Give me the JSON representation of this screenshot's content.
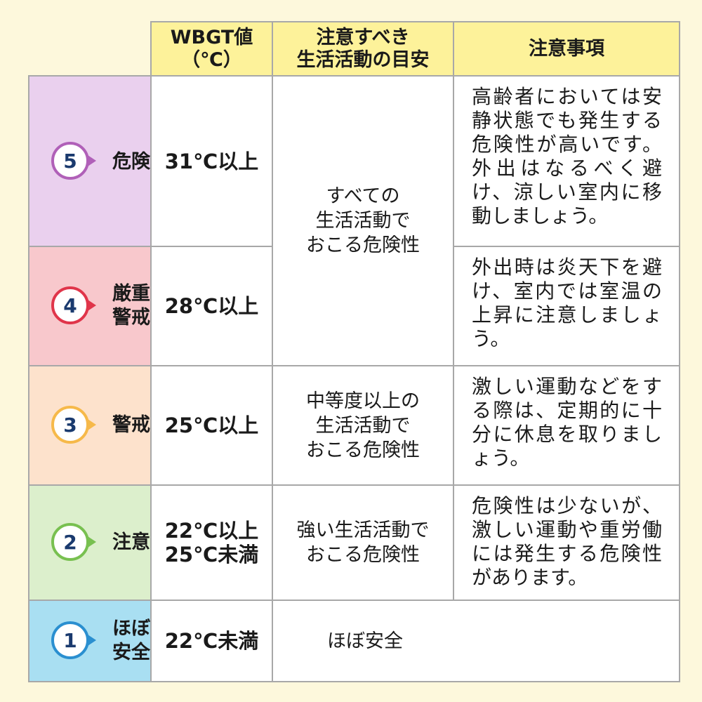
{
  "header": {
    "wbgt": "WBGT値\n（℃）",
    "activity": "注意すべき\n生活活動の目安",
    "notes": "注意事項"
  },
  "rows": [
    {
      "level_num": "5",
      "level_label": "危険",
      "wbgt": "31℃以上",
      "notes": "高齢者においては安静状態でも発生する危険性が高いです。外出はなるべく避け、涼しい室内に移動しましょう。",
      "bg_color": "#ead0ee",
      "badge_color": "#b060b8"
    },
    {
      "level_num": "4",
      "level_label": "厳重\n警戒",
      "wbgt": "28℃以上",
      "notes": "外出時は炎天下を避け、室内では室温の上昇に注意しましょう。",
      "bg_color": "#f8c8cc",
      "badge_color": "#e0354a"
    },
    {
      "level_num": "3",
      "level_label": "警戒",
      "wbgt": "25℃以上",
      "notes": "激しい運動などをする際は、定期的に十分に休息を取りましょう。",
      "bg_color": "#fde2cc",
      "badge_color": "#f6b94a"
    },
    {
      "level_num": "2",
      "level_label": "注意",
      "wbgt": "22℃以上\n25℃未満",
      "notes": "危険性は少ないが、激しい運動や重労働には発生する危険性があります。",
      "bg_color": "#dcefcc",
      "badge_color": "#78c050"
    },
    {
      "level_num": "1",
      "level_label": "ほぼ\n安全",
      "wbgt": "22℃未満",
      "notes": "",
      "bg_color": "#a9dff2",
      "badge_color": "#2a8fd0"
    }
  ],
  "activities": {
    "high": "すべての\n生活活動で\nおこる危険性",
    "medium": "中等度以上の\n生活活動で\nおこる危険性",
    "strong": "強い生活活動で\nおこる危険性",
    "safe": "ほぼ安全"
  }
}
